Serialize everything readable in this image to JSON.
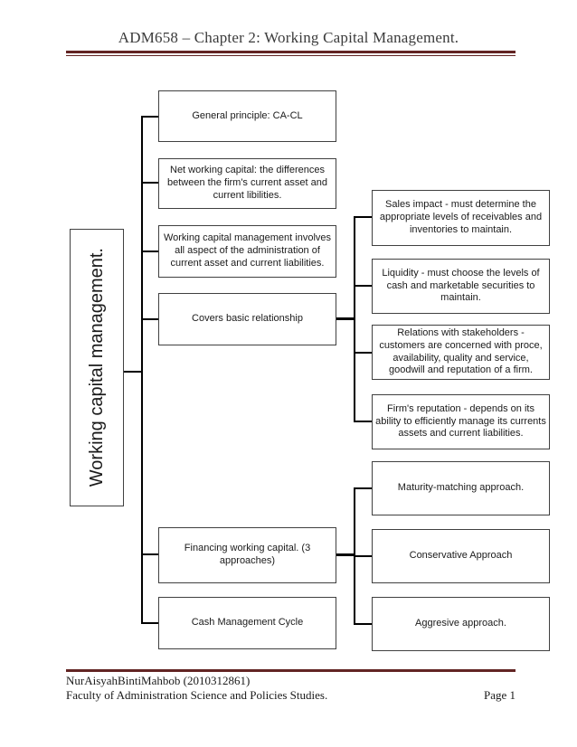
{
  "header": {
    "title": "ADM658 – Chapter 2: Working Capital Management."
  },
  "diagram": {
    "root": {
      "label": "Working capital management."
    },
    "level1": [
      {
        "label": "General principle: CA-CL"
      },
      {
        "label": "Net working capital: the differences between the firm's current asset and current libilities."
      },
      {
        "label": "Working capital management involves all aspect of the administration of current asset and current liabilities."
      },
      {
        "label": "Covers basic relationship"
      },
      {
        "label": "Financing working capital. (3 approaches)"
      },
      {
        "label": "Cash Management Cycle"
      }
    ],
    "covers_children": [
      {
        "label": "Sales impact - must determine the appropriate levels of receivables and inventories to maintain."
      },
      {
        "label": "Liquidity - must choose the levels of cash and marketable securities to maintain."
      },
      {
        "label": "Relations with stakeholders - customers are concerned with proce, availability, quality and service, goodwill and reputation of a firm."
      },
      {
        "label": "Firm's reputation - depends on its ability to efficiently manage its currents assets and current liabilities."
      }
    ],
    "financing_children": [
      {
        "label": "Maturity-matching approach."
      },
      {
        "label": "Conservative Approach"
      },
      {
        "label": "Aggresive approach."
      }
    ]
  },
  "footer": {
    "author": "NurAisyahBintiMahbob (2010312861)",
    "faculty": "Faculty of Administration Science and Policies Studies.",
    "page": "Page 1"
  },
  "colors": {
    "accent_rule": "#622423",
    "box_border": "#404040",
    "connector": "#000000"
  }
}
